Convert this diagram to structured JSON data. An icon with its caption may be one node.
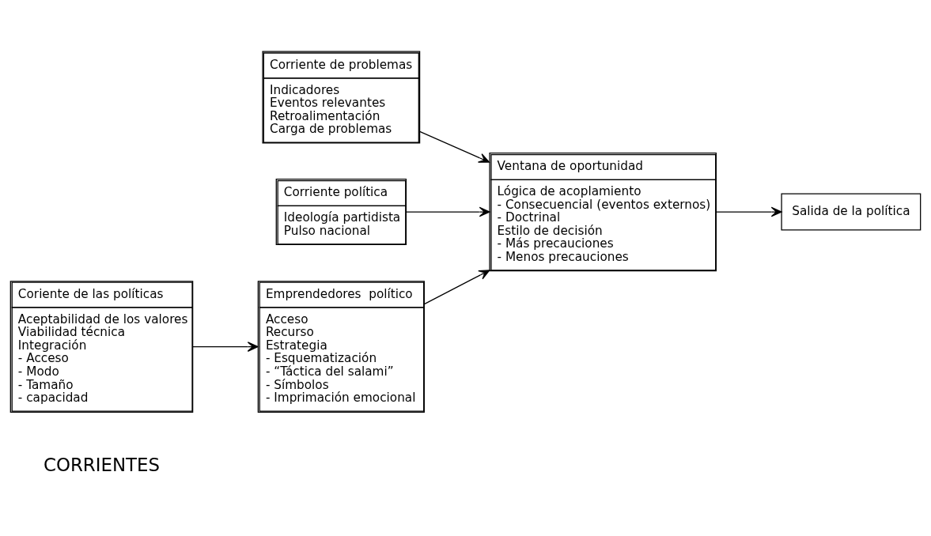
{
  "diagram": {
    "nodes": [
      {
        "text": [
          "Corriente de problemas",
          "Indicadores",
          "Eventos relevantes",
          "Retroalimentación",
          "Carga de problemas"
        ]
      },
      {
        "text": [
          "Corriente política",
          "Ideología partidista",
          "Pulso nacional"
        ]
      },
      {
        "text": [
          "Coriente de las políticas",
          "Aceptabilidad de los valores",
          "Viabilidad técnica",
          "Integración",
          "- Acceso",
          "- Modo",
          "- Tamaño",
          "- capacidad"
        ]
      },
      {
        "text": [
          "Ventana de oportunidad",
          "Lógica de acoplamiento",
          "- Consecuencial (eventos externos)",
          "- Doctrinal",
          "Estilo de decisión",
          "- Más precauciones",
          "- Menos precauciones"
        ]
      },
      {
        "text": [
          "Emprendedores  político",
          "Acceso",
          "Recurso",
          "Estrategia",
          "- Esquematización",
          "- “Táctica del salami”",
          "- Símbolos",
          "- Imprimación emocional"
        ]
      },
      {
        "text": [
          "Salida de la política"
        ]
      }
    ],
    "edges": [
      {
        "from": 0,
        "to": 3,
        "arrow": "to"
      },
      {
        "from": 1,
        "to": 3,
        "arrow": "to"
      },
      {
        "from": 2,
        "to": 4,
        "arrow": "to"
      },
      {
        "from": 4,
        "to": 3,
        "arrow": "to"
      },
      {
        "from": 3,
        "to": 5,
        "arrow": "to"
      }
    ],
    "labels": [
      "CORRIENTES"
    ]
  }
}
